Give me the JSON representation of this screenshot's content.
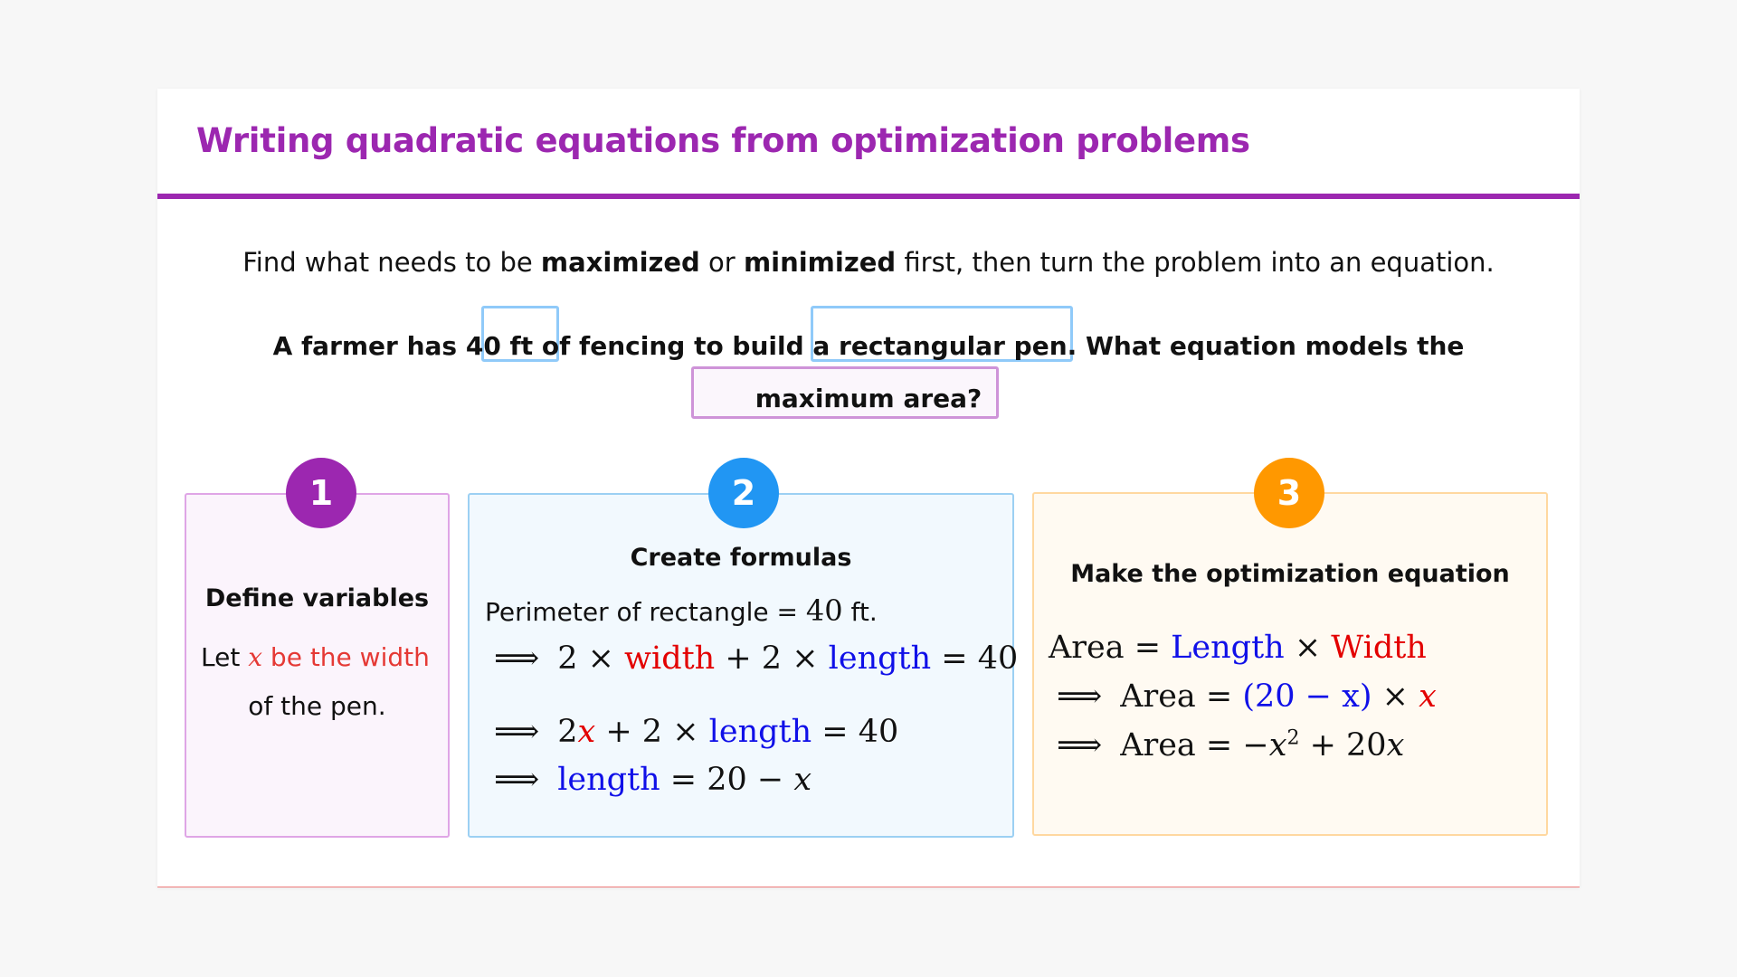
{
  "title": "Writing quadratic equations from optimization problems",
  "intro": {
    "part1": "Find what needs to be ",
    "bold1": "maximized",
    "part2": " or ",
    "bold2": "minimized",
    "part3": " first, then turn the problem into an equation."
  },
  "problem": {
    "line1": "A farmer has 40 ft of fencing to build a rectangular pen. What equation models the",
    "line2": "maximum area?"
  },
  "steps": [
    {
      "number": "1",
      "heading": "Define variables",
      "line1_prefix": "Let ",
      "variable": "x",
      "line1_suffix": " be the width",
      "line2": "of the pen."
    },
    {
      "number": "2",
      "heading": "Create formulas",
      "perimeter_label": "Perimeter of rectangle = ",
      "perimeter_value": "40",
      "perimeter_unit": " ft.",
      "arrow": "⟹",
      "eq1": {
        "a": "2 × ",
        "width": "width",
        "b": " + 2 × ",
        "length": "length",
        "c": " = 40"
      },
      "eq2": {
        "a": "2",
        "x": "x",
        "b": " + 2 × ",
        "length": "length",
        "c": " = 40"
      },
      "eq3": {
        "length": "length",
        "c": " = 20 − ",
        "x": "x"
      }
    },
    {
      "number": "3",
      "heading": "Make the optimization equation",
      "arrow": "⟹",
      "eq1": {
        "area": "Area = ",
        "length": "Length",
        "times": " × ",
        "width": "Width"
      },
      "eq2": {
        "area": "Area = ",
        "paren": "(20 − x)",
        "times": " × ",
        "x": "x"
      },
      "eq3": {
        "area": "Area = −",
        "x": "x",
        "exp": "2",
        "rest": " + 20",
        "x2": "x"
      }
    }
  ],
  "colors": {
    "purple": "#9c27b0",
    "blue": "#2196f3",
    "orange": "#ff9800",
    "red": "#e53935",
    "math_red": "#e30000",
    "math_blue": "#1010e8"
  }
}
